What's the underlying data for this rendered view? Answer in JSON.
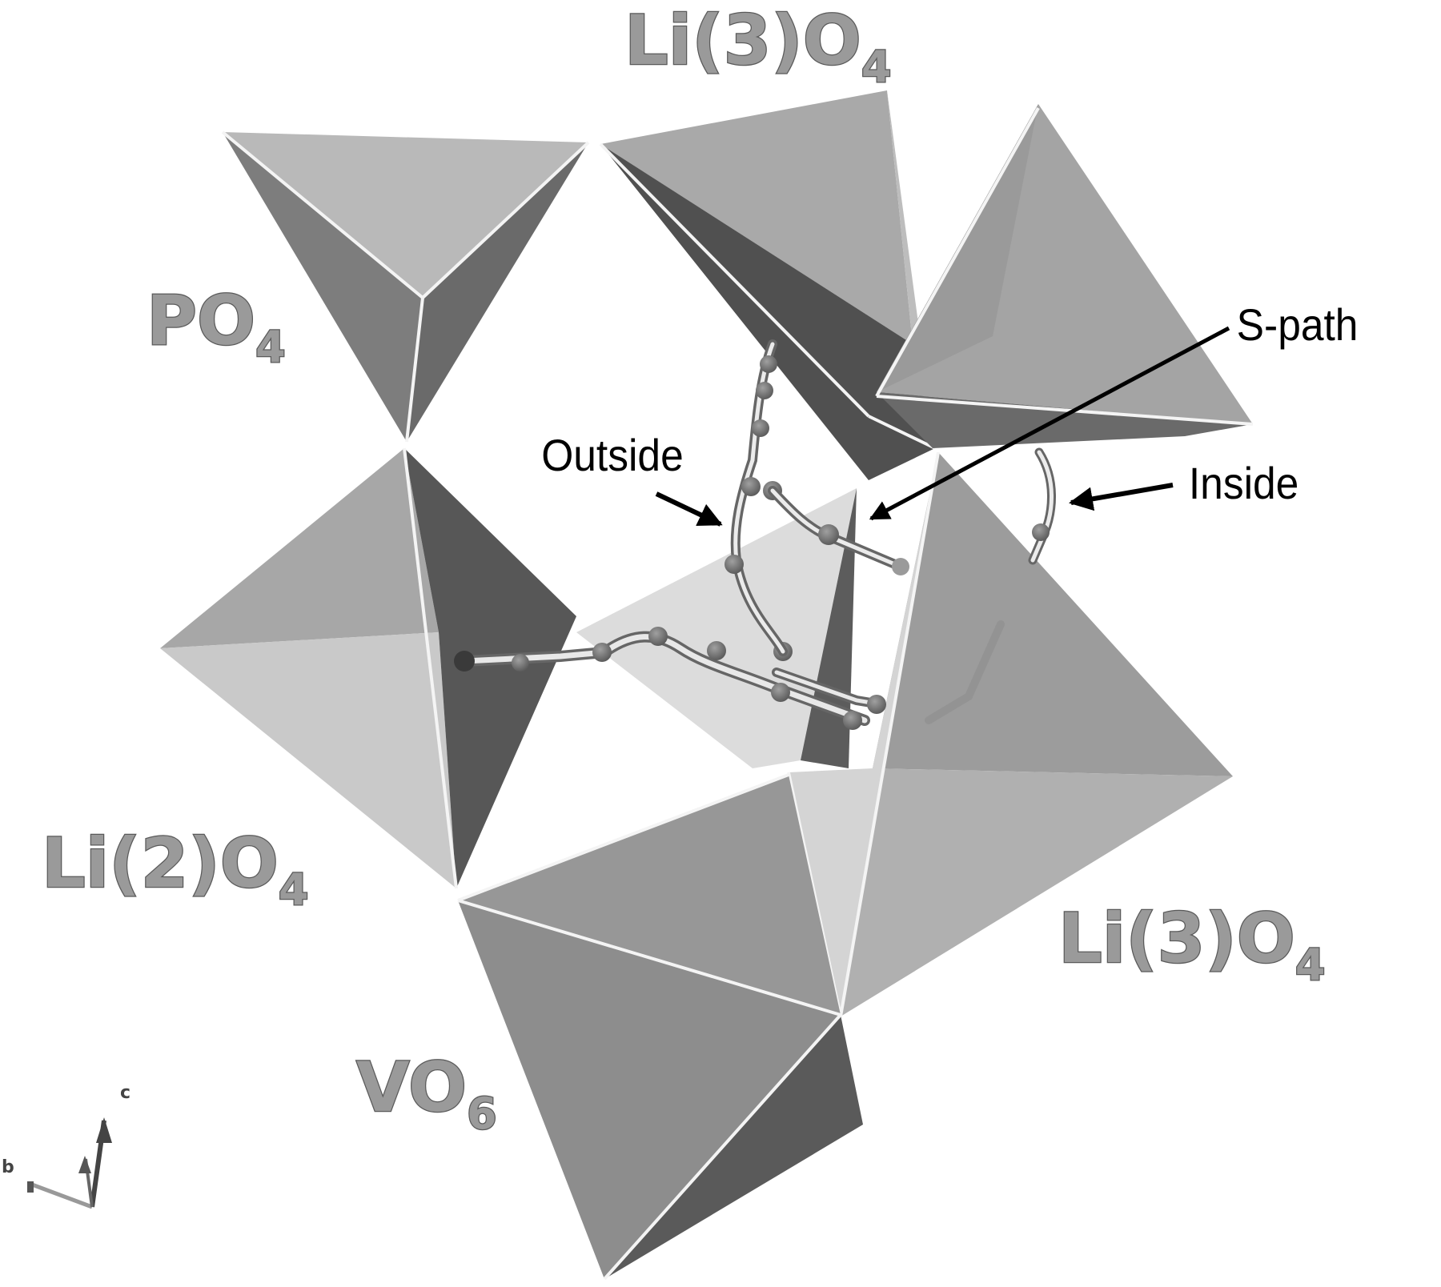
{
  "figure": {
    "type": "crystal-structure-diagram",
    "description": "Polyhedral view with Li-ion migration paths"
  },
  "labels": {
    "polyhedra": {
      "li3_top": {
        "main": "Li(3)O",
        "sub": "4"
      },
      "po4": {
        "main": "PO",
        "sub": "4"
      },
      "li2": {
        "main": "Li(2)O",
        "sub": "4"
      },
      "li3_right": {
        "main": "Li(3)O",
        "sub": "4"
      },
      "vo6": {
        "main": "VO",
        "sub": "6"
      }
    },
    "annotations": {
      "s_path": "S-path",
      "outside": "Outside",
      "inside": "Inside"
    },
    "axes": {
      "c": "c",
      "b": "b"
    }
  },
  "colors": {
    "background": "#ffffff",
    "face_light": "#c8c8c8",
    "face_mid": "#a8a8a8",
    "face_dark": "#6e6e6e",
    "face_darker": "#555555",
    "edge": "#f4f4f4",
    "label_fill": "#9a9a9a",
    "atom": "#7a7a7a",
    "arrow": "#000000"
  }
}
